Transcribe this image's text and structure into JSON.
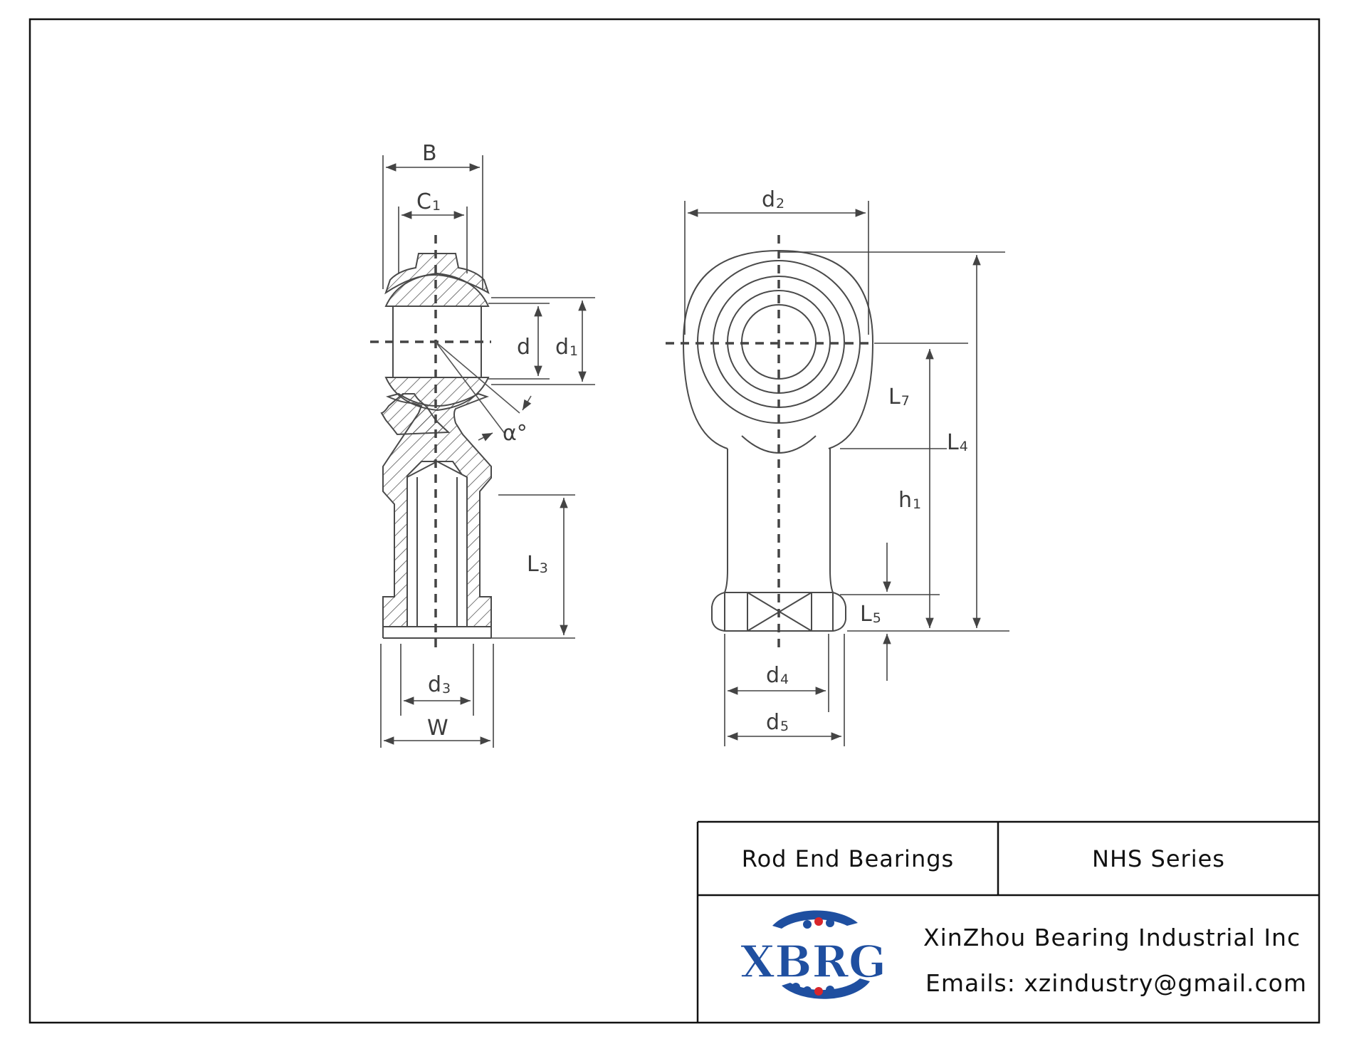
{
  "title_block": {
    "product": "Rod End Bearings",
    "series": "NHS Series",
    "company": "XinZhou Bearing Industrial Inc",
    "email": "Emails: xzindustry@gmail.com",
    "logo_text": "XBRG"
  },
  "side_view": {
    "B": "B",
    "C": "C",
    "C_sub": "1",
    "d": "d",
    "d1": "d",
    "d1_sub": "1",
    "alpha": "α°",
    "L3": "L",
    "L3_sub": "3",
    "d3": "d",
    "d3_sub": "3",
    "W": "W"
  },
  "front_view": {
    "d2": "d",
    "d2_sub": "2",
    "L7": "L",
    "L7_sub": "7",
    "L4": "L",
    "L4_sub": "4",
    "h1": "h",
    "h1_sub": "1",
    "L5": "L",
    "L5_sub": "5",
    "d4": "d",
    "d4_sub": "4",
    "d5": "d",
    "d5_sub": "5"
  },
  "colors": {
    "line": "#4a4a4a",
    "frame": "#111111",
    "logo_blue": "#1f4fa0",
    "logo_red": "#d8262b"
  }
}
